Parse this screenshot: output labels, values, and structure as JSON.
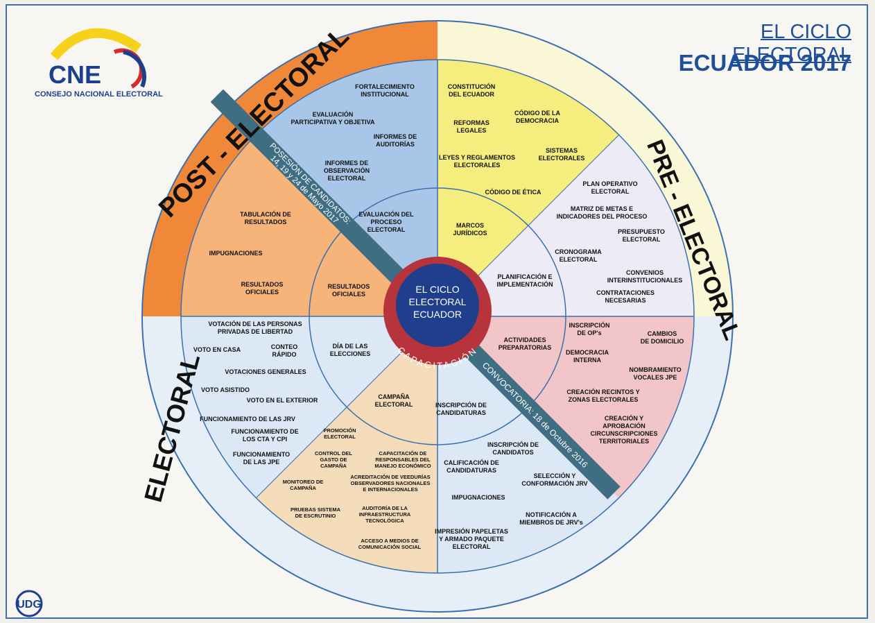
{
  "header": {
    "title_line1": "EL CICLO ELECTORAL",
    "title_line2": "ECUADOR 2017"
  },
  "logo": {
    "name": "CNE",
    "subtitle": "CONSEJO NACIONAL ELECTORAL"
  },
  "center": {
    "line1": "EL CICLO",
    "line2": "ELECTORAL",
    "line3": "ECUADOR",
    "ring_label": "CAPACITACIÓN"
  },
  "phases": {
    "post": "POST - ELECTORAL",
    "pre": "PRE - ELECTORAL",
    "electoral": "ELECTORAL"
  },
  "bands": {
    "posesion_line1": "POSESIÓN DE CANDIDATOS:",
    "posesion_line2": "14, 19 y 24 de Mayo 2017",
    "convocatoria": "CONVOCATORIA: 18 de Octubre 2016"
  },
  "inner_ring": {
    "evaluacion": [
      "EVALUACIÓN DEL",
      "PROCESO",
      "ELECTORAL"
    ],
    "marcos": [
      "MARCOS",
      "JURÍDICOS"
    ],
    "planificacion": [
      "PLANIFICACIÓN E",
      "IMPLEMENTACIÓN"
    ],
    "actividades": [
      "ACTIVIDADES",
      "PREPARATORIAS"
    ],
    "inscripcion_cand": [
      "INSCRIPCIÓN DE",
      "CANDIDATURAS"
    ],
    "campana": [
      "CAMPAÑA",
      "ELECTORAL"
    ],
    "dia": [
      "DÍA DE LAS",
      "ELECCIONES"
    ],
    "resultados": [
      "RESULTADOS",
      "OFICIALES"
    ]
  },
  "outer_items": {
    "fortalecimiento": [
      "FORTALECIMIENTO",
      "INSTITUCIONAL"
    ],
    "evaluacion_part": [
      "EVALUACIÓN",
      "PARTICIPATIVA Y OBJETIVA"
    ],
    "informes_aud": [
      "INFORMES DE",
      "AUDITORÍAS"
    ],
    "informes_obs": [
      "INFORMES DE",
      "OBSERVACIÓN",
      "ELECTORAL"
    ],
    "constitucion": [
      "CONSTITUCIÓN",
      "DEL ECUADOR"
    ],
    "reformas": [
      "REFORMAS",
      "LEGALES"
    ],
    "codigo_democ": [
      "CÓDIGO DE LA",
      "DEMOCRACIA"
    ],
    "leyes": [
      "LEYES Y REGLAMENTOS",
      "ELECTORALES"
    ],
    "sistemas": [
      "SISTEMAS",
      "ELECTORALES"
    ],
    "codigo_etica": [
      "CÓDIGO DE ÉTICA"
    ],
    "plan_op": [
      "PLAN OPERATIVO",
      "ELECTORAL"
    ],
    "matriz": [
      "MATRIZ DE METAS E",
      "INDICADORES DEL PROCESO"
    ],
    "presupuesto": [
      "PRESUPUESTO",
      "ELECTORAL"
    ],
    "cronograma": [
      "CRONOGRAMA",
      "ELECTORAL"
    ],
    "convenios": [
      "CONVENIOS",
      "INTERINSTITUCIONALES"
    ],
    "contrataciones": [
      "CONTRATACIONES",
      "NECESARIAS"
    ],
    "inscripcion_ops": [
      "INSCRIPCIÓN",
      "DE OP's"
    ],
    "cambios": [
      "CAMBIOS",
      "DE DOMICILIO"
    ],
    "democracia": [
      "DEMOCRACIA",
      "INTERNA"
    ],
    "nombramiento": [
      "NOMBRAMIENTO",
      "VOCALES JPE"
    ],
    "recintos": [
      "CREACIÓN RECINTOS Y",
      "ZONAS ELECTORALES"
    ],
    "circunscripciones": [
      "CREACIÓN Y",
      "APROBACIÓN",
      "CIRCUNSCRIPCIONES",
      "TERRITORIALES"
    ],
    "inscripcion_cands": [
      "INSCRIPCIÓN DE",
      "CANDIDATOS"
    ],
    "calificacion": [
      "CALIFICACIÓN DE",
      "CANDIDATURAS"
    ],
    "seleccion": [
      "SELECCIÓN Y",
      "CONFORMACIÓN JRV"
    ],
    "impugnaciones_e": [
      "IMPUGNACIONES"
    ],
    "notificacion": [
      "NOTIFICACIÓN A",
      "MIEMBROS DE JRV's"
    ],
    "impresion": [
      "IMPRESIÓN PAPELETAS",
      "Y ARMADO PAQUETE",
      "ELECTORAL"
    ],
    "promocion": [
      "PROMOCIÓN",
      "ELECTORAL"
    ],
    "control_gasto": [
      "CONTROL DEL",
      "GASTO DE",
      "CAMPAÑA"
    ],
    "capacitacion_resp": [
      "CAPACITACIÓN DE",
      "RESPONSABLES DEL",
      "MANEJO ECONÓMICO"
    ],
    "acreditacion": [
      "ACREDITACIÓN DE VEEDURÍAS",
      "OBSERVADORES NACIONALES",
      "E INTERNACIONALES"
    ],
    "monitoreo": [
      "MONITOREO DE",
      "CAMPAÑA"
    ],
    "pruebas": [
      "PRUEBAS SISTEMA",
      "DE ESCRUTINIO"
    ],
    "auditoria_infra": [
      "AUDITORÍA DE LA",
      "INFRAESTRUCTURA",
      "TECNOLÓGICA"
    ],
    "acceso": [
      "ACCESO A MEDIOS DE",
      "COMUNICACIÓN SOCIAL"
    ],
    "votacion_ppl": [
      "VOTACIÓN DE LAS PERSONAS",
      "PRIVADAS DE LIBERTAD"
    ],
    "voto_casa": [
      "VOTO EN CASA"
    ],
    "conteo": [
      "CONTEO",
      "RÁPIDO"
    ],
    "votaciones_gen": [
      "VOTACIONES GENERALES"
    ],
    "voto_asistido": [
      "VOTO ASISTIDO"
    ],
    "voto_exterior": [
      "VOTO EN EL EXTERIOR"
    ],
    "func_jrv": [
      "FUNCIONAMIENTO DE LAS JRV"
    ],
    "func_cta": [
      "FUNCIONAMIENTO DE",
      "LOS CTA Y CPI"
    ],
    "func_jpe": [
      "FUNCIONAMIENTO",
      "DE LAS JPE"
    ],
    "tabulacion": [
      "TABULACIÓN DE",
      "RESULTADOS"
    ],
    "impugnaciones_p": [
      "IMPUGNACIONES"
    ],
    "resultados_of": [
      "RESULTADOS",
      "OFICIALES"
    ]
  },
  "colors": {
    "orange_outer": "#f0883a",
    "orange_inner": "#f7b47a",
    "blue": "#a8c7e8",
    "yellow": "#f5ee7e",
    "lavender": "#ecebf6",
    "pink": "#f2c6c8",
    "tan": "#f4dcba",
    "light_blue": "#dce8f6",
    "band": "#3f6e82",
    "center": "#1f3f8c",
    "capacitacion": "#b8343c",
    "brand_blue": "#1f4f98"
  },
  "icons": [
    "cne-logo",
    "udg-logo"
  ],
  "footer": {
    "udg": "UDG"
  }
}
